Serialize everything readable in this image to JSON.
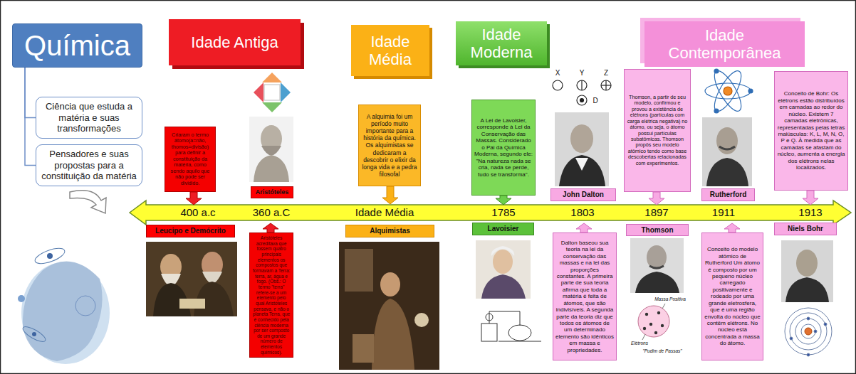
{
  "diagram": {
    "nodes": [
      {
        "text": [
          "Química"
        ]
      },
      {
        "text": [
          "Ciência que estuda a matéria e suas transformações"
        ]
      },
      {
        "text": [
          "Pensadores e suas propostas para a constituição da matéria"
        ]
      },
      {
        "text": [
          "Idade Antiga"
        ]
      },
      {
        "text": [
          "Idade Média"
        ]
      },
      {
        "text": [
          "Idade Moderna"
        ]
      },
      {
        "text": [
          "Idade Contemporânea"
        ]
      },
      {
        "text": [
          "Criaram o termo átomo(a=não, thomos=divisão) para definir a constituição da matéria, como sendo aquilo que não pode ser dividido."
        ]
      },
      {
        "text": [
          "Aristóteles"
        ]
      },
      {
        "text": [
          "A alquimia foi um período muito importante para a história da química. Os alquimistas se dedicaram a descobrir o elixir da longa vida e a pedra filosofal"
        ]
      },
      {
        "text": [
          "A Lei de Lavoisier, corresponde à Lei da Conservação das Massas. Considerado o Pai da Química Moderna, segundo ele: \"Na natureza nada se cria, nada se perde, tudo se transforma\"."
        ]
      },
      {
        "text": [
          "John Dalton"
        ]
      },
      {
        "text": [
          "Thomson, a partir de seu modelo, confirmou e provou a existência de elétrons (partículas com carga elétrica negativa) no átomo, ou seja, o átomo possui partículas subatômicas. Thomson propôs seu modelo atômico tendo como base descobertas relacionadas com experimentos."
        ]
      },
      {
        "text": [
          "Rutherford"
        ]
      },
      {
        "text": [
          "Conceito de Bohr: Os elétrons estão distribuídos em camadas ao redor do núcleo. Existem 7 camadas eletrônicas, representadas pelas letras maiúsculas: K, L, M, N, O, P e Q. À medida que as camadas se afastam do núcleo, aumenta a energia dos elétrons nelas localizados."
        ]
      },
      {
        "text": [
          "Leucipo e Demócrito"
        ]
      },
      {
        "text": [
          "Aristóteles acreditava que fossem quatro principais elementos os compostos que formavam a Terra: terra, ar, água e fogo. (Obs.: O termo \"terra\" refere-se a um elemento pelo qual Aristóteles pensava, e não o planeta Terra, que é conhecido pela ciência moderna por ser composto de um grande número de elementos químicos)."
        ]
      },
      {
        "text": [
          "Alquimistas"
        ]
      },
      {
        "text": [
          "Lavoisier"
        ]
      },
      {
        "text": [
          "Dalton baseou sua teoria na lei da conservação das massas e na lei das proporções constantes. A primeira parte de sua teoria afirma que toda a matéria é feita de átomos, que são indivisíveis. A segunda parte da teoria diz que todos os átomos de um determinado elemento são idênticos em massa e propriedades."
        ]
      },
      {
        "text": [
          "Thomson"
        ]
      },
      {
        "text": [
          "Conceito do modelo atômico de Rutherford Um átomo é composto por um pequeno núcleo carregado positivamente e rodeado por uma grande eletrosfera, que é uma região envolta do núcleo que contêm elétrons. No núcleo está concentrada a massa do átomo."
        ]
      },
      {
        "text": [
          "Niels Bohr"
        ]
      }
    ],
    "edges": [
      {
        "from": 0,
        "to": 1,
        "arrow": "none"
      },
      {
        "from": 0,
        "to": 2,
        "arrow": "none"
      }
    ],
    "labels": [
      "X",
      "Y",
      "Z",
      "D",
      "400 a.c",
      "360 a.C",
      "Idade Média",
      "1785",
      "1803",
      "1897",
      "1911",
      "1913",
      "Massa Positiva",
      "Elétrons",
      "\"Pudim de Passas\""
    ]
  }
}
